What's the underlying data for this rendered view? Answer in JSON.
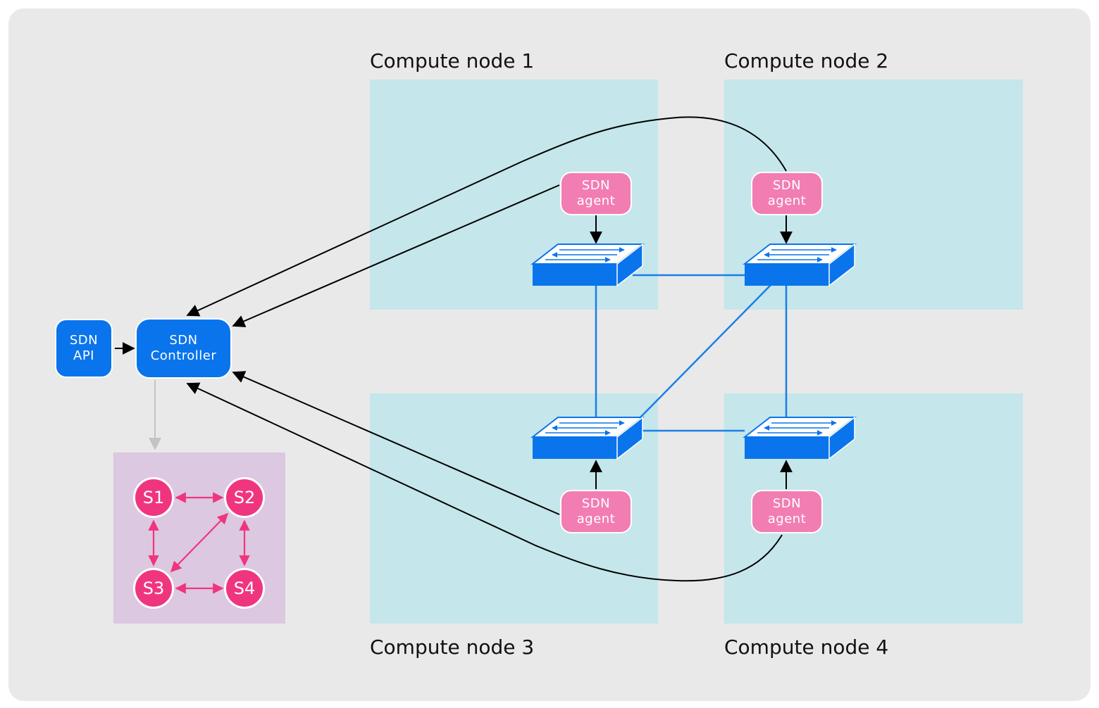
{
  "compute_nodes": [
    {
      "title": "Compute node 1"
    },
    {
      "title": "Compute node 2"
    },
    {
      "title": "Compute node 3"
    },
    {
      "title": "Compute node 4"
    }
  ],
  "sdn_api": {
    "line1": "SDN",
    "line2": "API"
  },
  "sdn_controller": {
    "line1": "SDN",
    "line2": "Controller"
  },
  "agents": [
    {
      "line1": "SDN",
      "line2": "agent"
    },
    {
      "line1": "SDN",
      "line2": "agent"
    },
    {
      "line1": "SDN",
      "line2": "agent"
    },
    {
      "line1": "SDN",
      "line2": "agent"
    }
  ],
  "switch_graph": {
    "nodes": [
      "S1",
      "S2",
      "S3",
      "S4"
    ]
  },
  "colors": {
    "background": "#e9e9e9",
    "compute_area": "#c5e6ea",
    "controller_blue": "#0a74ec",
    "agent_pink": "#f27db3",
    "switch_node_pink": "#f0357f",
    "graph_area": "#dcc8e0",
    "link_blue": "#1a7ee8",
    "control_line": "#000000"
  },
  "icons": {
    "switch": "network-switch-icon"
  }
}
